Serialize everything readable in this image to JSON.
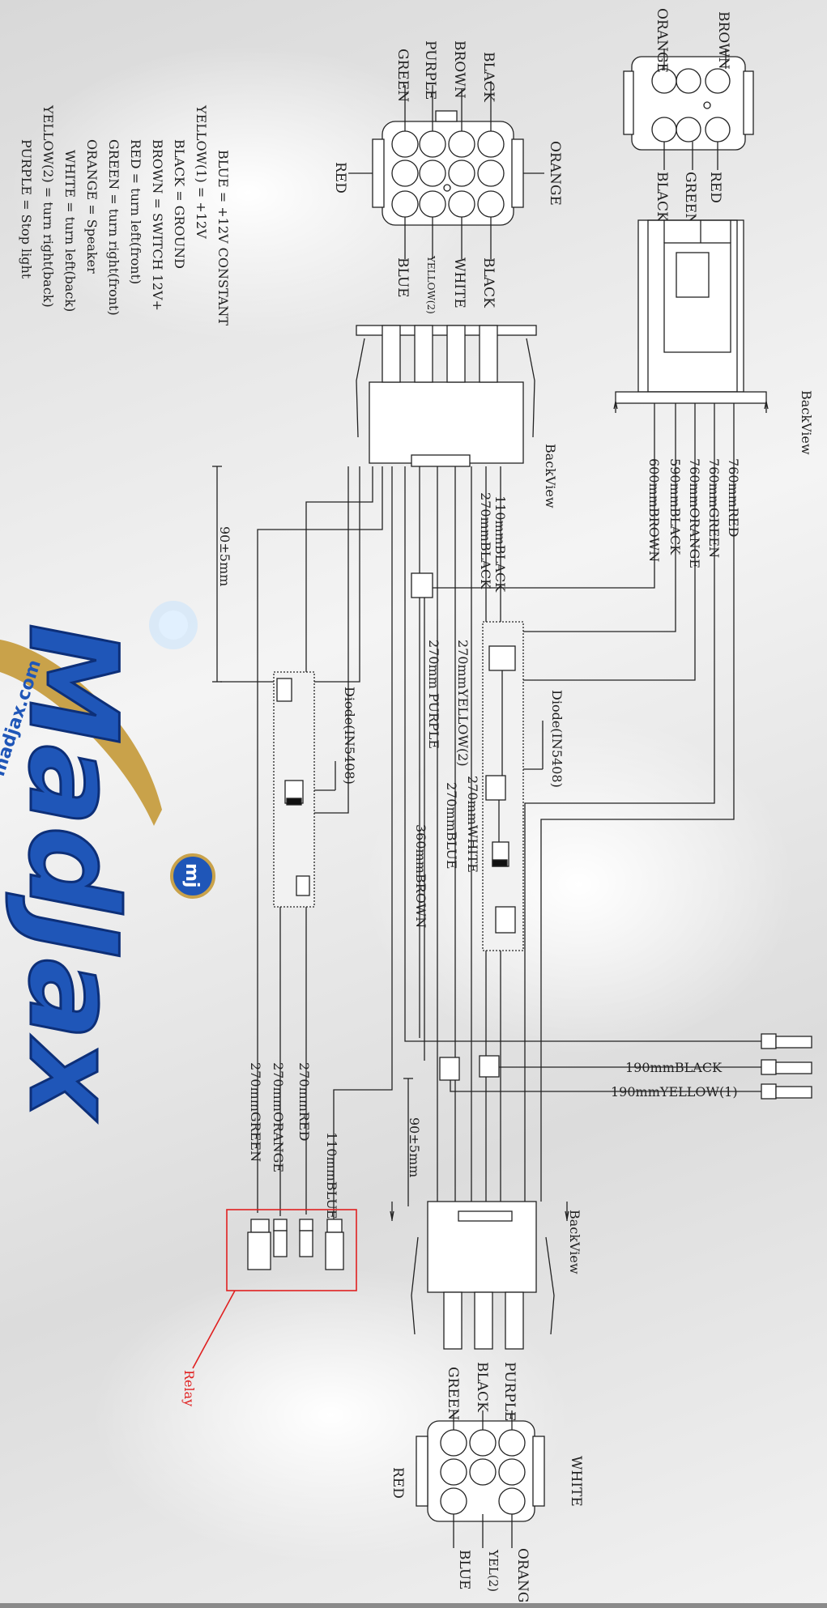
{
  "legend": [
    "BLUE = +12V CONSTANT",
    "YELLOW(1) = +12V",
    "BLACK = GROUND",
    "BROWN = SWITCH 12V+",
    "RED = turn left(front)",
    "GREEN = turn right(front)",
    "ORANGE = Speaker",
    "WHITE = turn left(back)",
    "YELLOW(2) = turn right(back)",
    "PURPLE = Stop light"
  ],
  "connector_6pin": {
    "top_labels": [
      "BROWN",
      "ORANGE"
    ],
    "bottom_labels": [
      "BLACK",
      "GREEN",
      "RED"
    ],
    "back_view": "BackView"
  },
  "connector_12pin": {
    "top_labels": [
      "BLACK",
      "BROWN",
      "PURPLE",
      "GREEN"
    ],
    "right_label": "ORANGE",
    "left_label": "RED",
    "bottom_labels": [
      "BLACK",
      "WHITE",
      "YELLOW(2)",
      "BLUE"
    ],
    "back_view": "BackView"
  },
  "connector_8pin": {
    "top_labels": [
      "PURPLE",
      "BLACK",
      "GREEN"
    ],
    "right_label": "WHITE",
    "left_label": "RED",
    "bottom_labels": [
      "ORANGE",
      "YEL(2)",
      "BLUE"
    ],
    "back_view": "BackView"
  },
  "harness_a": [
    "760mmRED",
    "760mmGREEN",
    "760mmORANGE",
    "590mmBLACK",
    "600mmBROWN"
  ],
  "harness_b": [
    "110mmBLACK",
    "270mmBLACK"
  ],
  "harness_c": [
    "270mmYELLOW(2)",
    "270mm PURPLE",
    "270mmWHITE",
    "270mmBLUE",
    "360mmBROWN"
  ],
  "diodes": [
    "Diode(IN5408)",
    "Diode(IN5408)"
  ],
  "dimensions": [
    "90±5mm",
    "90±5mm"
  ],
  "terminals": [
    "190mmBLACK",
    "190mmYELLOW(1)"
  ],
  "relay_wires": [
    "110mmBLUE",
    "270mmRED",
    "270mmORANGE",
    "270mmGREEN"
  ],
  "relay_label": "Relay",
  "logo": {
    "wordmark": "MadJax",
    "badge": "mj",
    "url": "madjax.com"
  },
  "colors": {
    "line": "#222222",
    "relay": "#e02020",
    "logo_blue": "#1f56b8",
    "logo_gold": "#c9a24a"
  }
}
